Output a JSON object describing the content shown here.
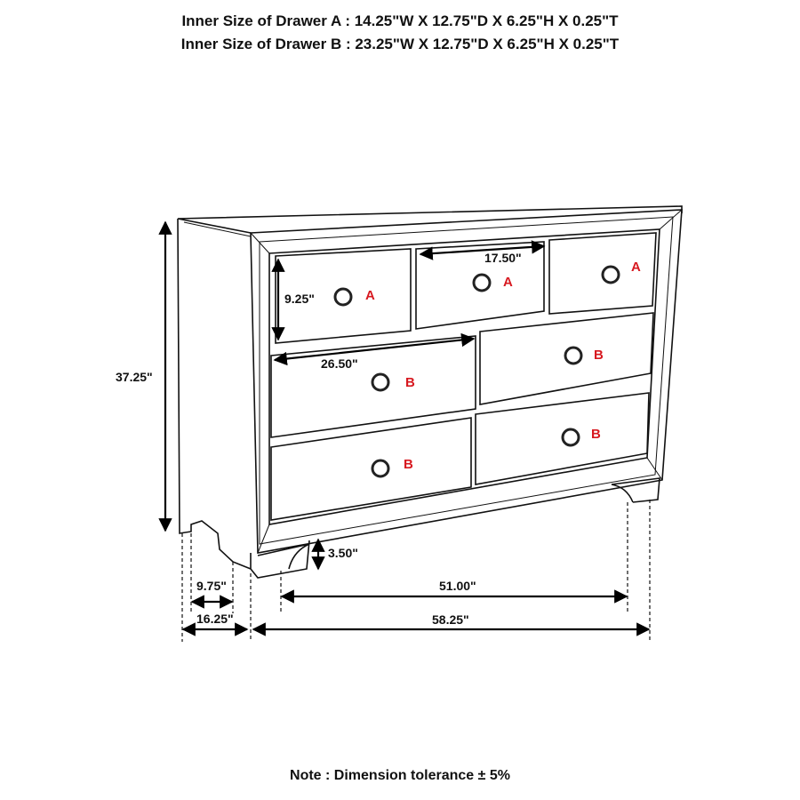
{
  "header": {
    "drawer_a": "Inner Size of Drawer A : 14.25\"W X 12.75\"D X 6.25\"H X 0.25\"T",
    "drawer_b": "Inner Size of Drawer B : 23.25\"W X 12.75\"D X 6.25\"H X 0.25\"T"
  },
  "dimensions": {
    "height": "37.25\"",
    "drawer_height": "9.25\"",
    "top_drawer_width": "17.50\"",
    "wide_drawer_width": "26.50\"",
    "leg_height": "3.50\"",
    "leg_depth": "9.75\"",
    "depth": "16.25\"",
    "inner_leg_width": "51.00\"",
    "width": "58.25\""
  },
  "labels": {
    "a": "A",
    "b": "B"
  },
  "colors": {
    "label": "#d71920"
  },
  "note": "Note : Dimension tolerance ± 5%"
}
